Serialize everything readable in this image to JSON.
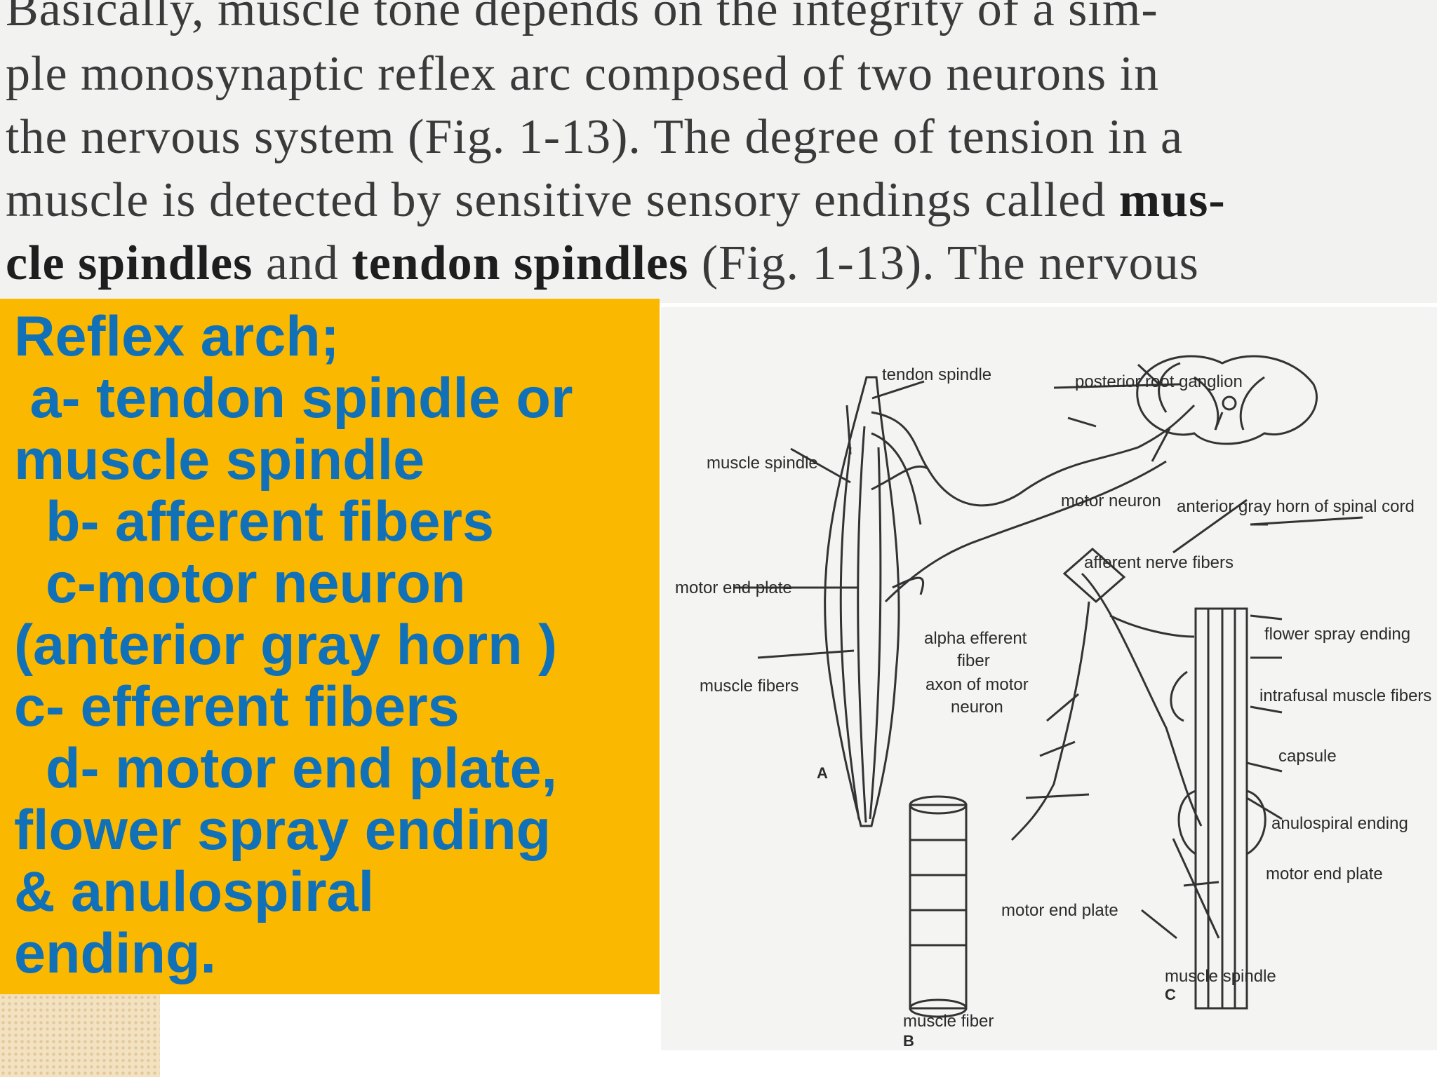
{
  "scan_text": {
    "line1": "Basically, muscle tone depends on the integrity of a sim-",
    "line2": "ple monosynaptic reflex arc composed of two neurons in",
    "line3": "the nervous system (Fig. 1-13). The degree of tension in a",
    "line4_pre": "muscle is detected by sensitive sensory endings called ",
    "line4_bold": "mus-",
    "line5_bold1": "cle spindles",
    "line5_mid": " and ",
    "line5_bold2": "tendon spindles",
    "line5_post": " (Fig. 1-13). The nervous"
  },
  "panel": {
    "lines": [
      "Reflex arch;",
      " a- tendon spindle or",
      "muscle spindle",
      "  b- afferent fibers",
      "  c-motor neuron",
      "(anterior gray horn )",
      "c- efferent fibers",
      "  d- motor end plate,",
      "flower spray ending",
      "& anulospiral",
      "ending."
    ]
  },
  "figure": {
    "labels": {
      "posterior_root_ganglion": "posterior root ganglion",
      "tendon_spindle": "tendon spindle",
      "muscle_spindle": "muscle spindle",
      "motor_neuron": "motor neuron",
      "anterior_gray_horn": "anterior gray horn of spinal cord",
      "afferent_nerve_fibers": "afferent nerve fibers",
      "motor_end_plate_a": "motor end plate",
      "flower_spray_ending": "flower spray ending",
      "alpha_efferent_1": "alpha efferent",
      "alpha_efferent_2": "fiber",
      "alpha_efferent_3": "axon of motor",
      "alpha_efferent_4": "neuron",
      "muscle_fibers": "muscle fibers",
      "intrafusal_muscle_fibers": "intrafusal muscle fibers",
      "capsule": "capsule",
      "anulospiral_ending": "anulospiral ending",
      "motor_end_plate_c": "motor end plate",
      "motor_end_plate_b": "motor end plate",
      "muscle_spindle_c": "muscle spindle",
      "muscle_fiber_b": "muscle fiber",
      "panel_a": "A",
      "panel_b": "B",
      "panel_c": "C"
    }
  }
}
